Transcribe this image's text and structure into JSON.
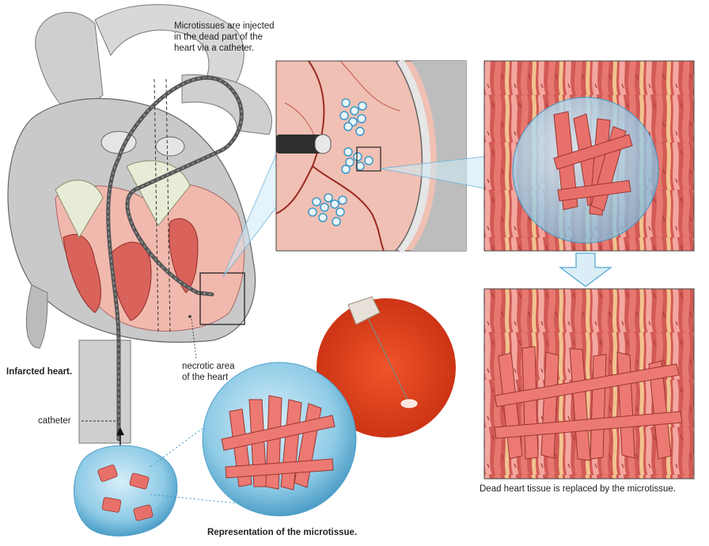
{
  "labels": {
    "injection_caption_lines": [
      "Microtissues are injected",
      "in the dead part of the",
      "heart via a catheter."
    ],
    "infarcted_heart": "Infarcted heart.",
    "necrotic_area_lines": [
      "necrotic area",
      "of the heart"
    ],
    "catheter": "catheter",
    "microtissue_representation": "Representation of the microtissue.",
    "replacement_caption": "Dead heart tissue is replaced by the microtissue."
  },
  "colors": {
    "muscle": "#e8706a",
    "muscle_dark": "#b93d3a",
    "microtissue_blue": "#8fcbe6",
    "heart_gray": "#c9c9c9",
    "necrotic_pink": "#f1b9ad",
    "photo_red": "#e8421c",
    "arrow_blue": "#dbeef7"
  },
  "icons": [
    "heart-illustration",
    "catheter-icon",
    "syringe-needle-icon",
    "down-arrow-icon"
  ]
}
